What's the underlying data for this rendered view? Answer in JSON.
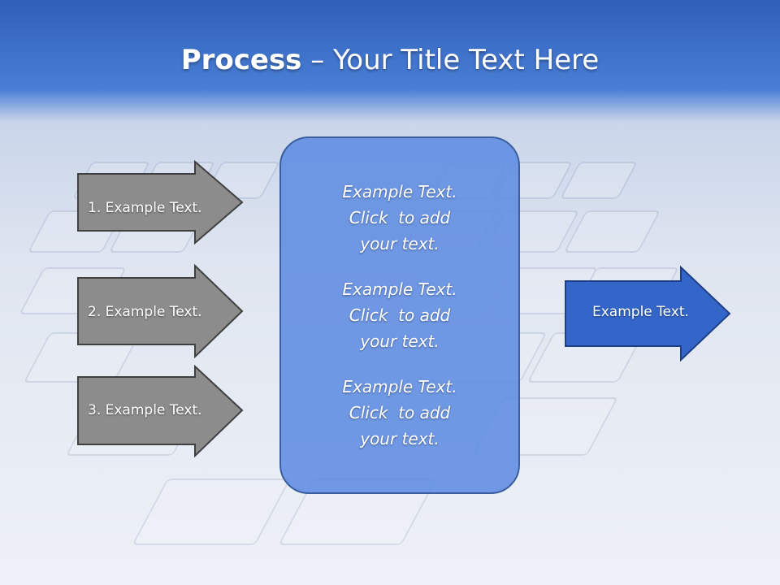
{
  "slide": {
    "title_bold": "Process",
    "title_rest": " – Your Title Text Here"
  },
  "inputs": [
    {
      "label": "1. Example Text."
    },
    {
      "label": "2. Example Text."
    },
    {
      "label": "3. Example Text."
    }
  ],
  "center": {
    "blocks": [
      {
        "lines": [
          "Example Text.",
          "Click  to add",
          "your text."
        ]
      },
      {
        "lines": [
          "Example Text.",
          "Click  to add",
          "your text."
        ]
      },
      {
        "lines": [
          "Example Text.",
          "Click  to add",
          "your text."
        ]
      }
    ]
  },
  "output": {
    "label": "Example Text."
  },
  "colors": {
    "header": "#3a6cc8",
    "gray_arrow": "#8c8c8c",
    "blue_arrow": "#3466c9",
    "center_box": "#6a93e0"
  }
}
